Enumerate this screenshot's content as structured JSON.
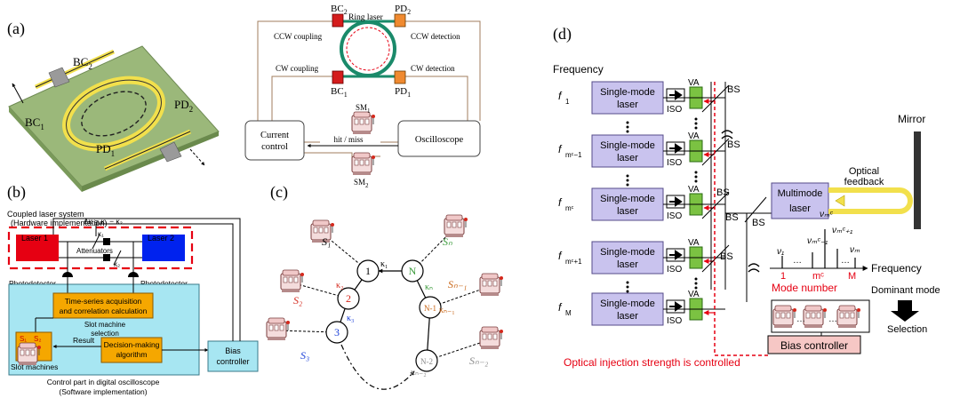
{
  "panel_labels": {
    "a": "(a)",
    "b": "(b)",
    "c": "(c)",
    "d": "(d)"
  },
  "panel_a": {
    "chip": {
      "bc2": "BC",
      "bc2_sub": "2",
      "bc1": "BC",
      "bc1_sub": "1",
      "pd2": "PD",
      "pd2_sub": "2",
      "pd1": "PD",
      "pd1_sub": "1"
    },
    "schematic": {
      "bc2": "BC",
      "bc2_sub": "2",
      "pd2": "PD",
      "pd2_sub": "2",
      "bc1": "BC",
      "bc1_sub": "1",
      "pd1": "PD",
      "pd1_sub": "1",
      "ring_laser": "Ring laser",
      "ccw_coupling": "CCW coupling",
      "cw_coupling": "CW coupling",
      "ccw_detection": "CCW detection",
      "cw_detection": "CW detection",
      "current_control_1": "Current",
      "current_control_2": "control",
      "oscilloscope": "Oscilloscope",
      "hit_miss": "hit / miss",
      "sm1": "SM",
      "sm1_sub": "1",
      "sm2": "SM",
      "sm2_sub": "2"
    }
  },
  "panel_b": {
    "system_title": "Coupled laser system",
    "system_subtitle": "(Hardware implementation)",
    "delta_kappa": "Δκ = κ₁ − κ₂",
    "kappa1": "κ₁",
    "kappa2": "κ₂",
    "laser1": "Laser 1",
    "laser2": "Laser 2",
    "attenuators": "Attenuators",
    "photodetector_left": "Photodetector",
    "photodetector_right": "Photodetector",
    "acquisition_1": "Time-series acquisition",
    "acquisition_2": "and correlation calculation",
    "selection_1": "Slot machine",
    "selection_2": "selection",
    "s1": "S₁",
    "s2": "S₂",
    "result": "Result",
    "decision_1": "Decision-making",
    "decision_2": "algorithm",
    "slot_machines": "Slot machines",
    "bias_1": "Bias",
    "bias_2": "controller",
    "control_1": "Control part in digital oscilloscope",
    "control_2": "(Software implementation)",
    "colors": {
      "laser1": "#e60012",
      "laser2": "#0033ee",
      "box": "#f5a700",
      "cyan": "#a7e6f2",
      "dash": "#e60012"
    }
  },
  "panel_c": {
    "nodes": [
      "1",
      "2",
      "3",
      "N",
      "N-1",
      "N-2"
    ],
    "s_labels": [
      "S₁",
      "S₂",
      "S₃",
      "Sₙ",
      "Sₙ₋₁",
      "Sₙ₋₂"
    ],
    "kappas": [
      "κ₁",
      "κ₂",
      "κ₃",
      "κₙ",
      "κₙ₋₁",
      "κₙ₋₂"
    ],
    "colors": [
      "#000000",
      "#d4281c",
      "#1a3fd8",
      "#3a9a3a",
      "#c86414",
      "#8a8a8a"
    ]
  },
  "panel_d": {
    "frequency_axis_title": "Frequency",
    "lasers": [
      {
        "f": "f",
        "sub": "1",
        "label_1": "Single-mode",
        "label_2": "laser"
      },
      {
        "f": "f",
        "sub": "mᶜ−1",
        "label_1": "Single-mode",
        "label_2": "laser"
      },
      {
        "f": "f",
        "sub": "mᶜ",
        "label_1": "Single-mode",
        "label_2": "laser"
      },
      {
        "f": "f",
        "sub": "mᶜ+1",
        "label_1": "Single-mode",
        "label_2": "laser"
      },
      {
        "f": "f",
        "sub": "M",
        "label_1": "Single-mode",
        "label_2": "laser"
      }
    ],
    "iso": "ISO",
    "va": "VA",
    "bs": "BS",
    "multimode_1": "Multimode",
    "multimode_2": "laser",
    "optical_feedback_1": "Optical",
    "optical_feedback_2": "feedback",
    "mirror": "Mirror",
    "frequency_label": "Frequency",
    "nu_labels": [
      "ν₁",
      "νₘᶜ₋₁",
      "νₘᶜ",
      "νₘᶜ₊₁",
      "νₘ"
    ],
    "mode_ticks": [
      "1",
      "mᶜ",
      "M"
    ],
    "mode_number": "Mode number",
    "dominant_1": "Dominant mode",
    "dominant_2": "Selection",
    "bias_controller": "Bias controller",
    "injection_note": "Optical injection strength is controlled",
    "colors": {
      "laser": "#c9c3ee",
      "va": "#7bc242",
      "bias": "#f6c7c5",
      "red": "#e60012"
    }
  }
}
